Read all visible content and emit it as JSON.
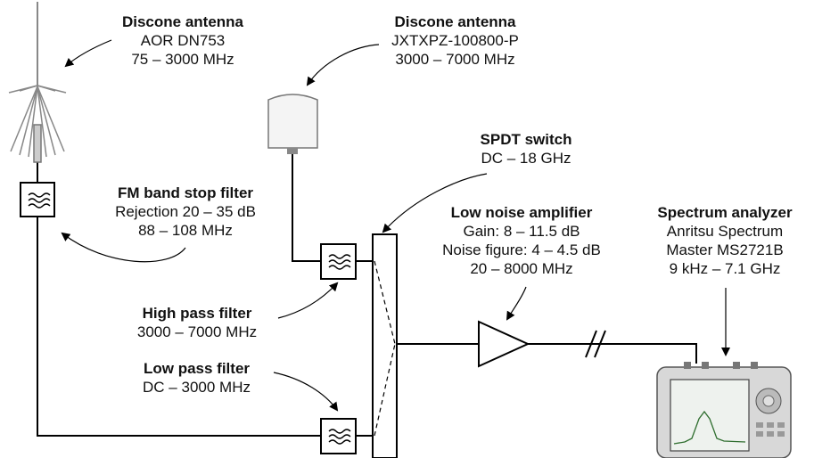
{
  "labels": {
    "discone1": {
      "title": "Discone antenna",
      "lines": [
        "AOR DN753",
        "75 – 3000 MHz"
      ]
    },
    "discone2": {
      "title": "Discone antenna",
      "lines": [
        "JXTXPZ-100800-P",
        "3000 – 7000 MHz"
      ]
    },
    "spdt": {
      "title": "SPDT switch",
      "lines": [
        "DC – 18 GHz"
      ]
    },
    "fm_filter": {
      "title": "FM band stop filter",
      "lines": [
        "Rejection 20 – 35 dB",
        "88 – 108 MHz"
      ]
    },
    "lna": {
      "title": "Low noise amplifier",
      "lines": [
        "Gain: 8 – 11.5 dB",
        "Noise figure: 4 – 4.5 dB",
        "20 – 8000 MHz"
      ]
    },
    "analyzer": {
      "title": "Spectrum analyzer",
      "lines": [
        "Anritsu Spectrum",
        "Master MS2721B",
        "9 kHz – 7.1 GHz"
      ]
    },
    "hpf": {
      "title": "High pass filter",
      "lines": [
        "3000 – 7000 MHz"
      ]
    },
    "lpf": {
      "title": "Low pass filter",
      "lines": [
        "DC – 3000 MHz"
      ]
    }
  },
  "colors": {
    "wire": "#000000",
    "device_fill": "#eeeeee",
    "antenna_gray": "#8a8a8a",
    "screen_green": "#7da27a"
  },
  "icons": {
    "filter": "filter-symbol-icon",
    "amplifier": "amplifier-triangle-icon",
    "break": "line-break-icon",
    "arrow": "curved-arrow-icon"
  }
}
